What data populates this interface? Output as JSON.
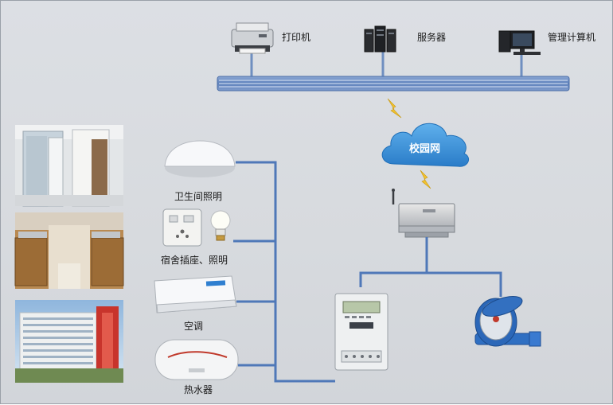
{
  "network": {
    "printer": "打印机",
    "server": "服务器",
    "management_pc": "管理计算机",
    "cloud": "校园网"
  },
  "devices": {
    "bathroom_light": "卫生间照明",
    "socket_lighting": "宿舍插座、照明",
    "air_conditioner": "空调",
    "water_heater": "热水器"
  },
  "colors": {
    "bus_blue": "#6f8fc0",
    "cloud_blue": "#3b8fd6",
    "line_blue": "#4f78b8",
    "bolt_yellow": "#f2c230"
  }
}
